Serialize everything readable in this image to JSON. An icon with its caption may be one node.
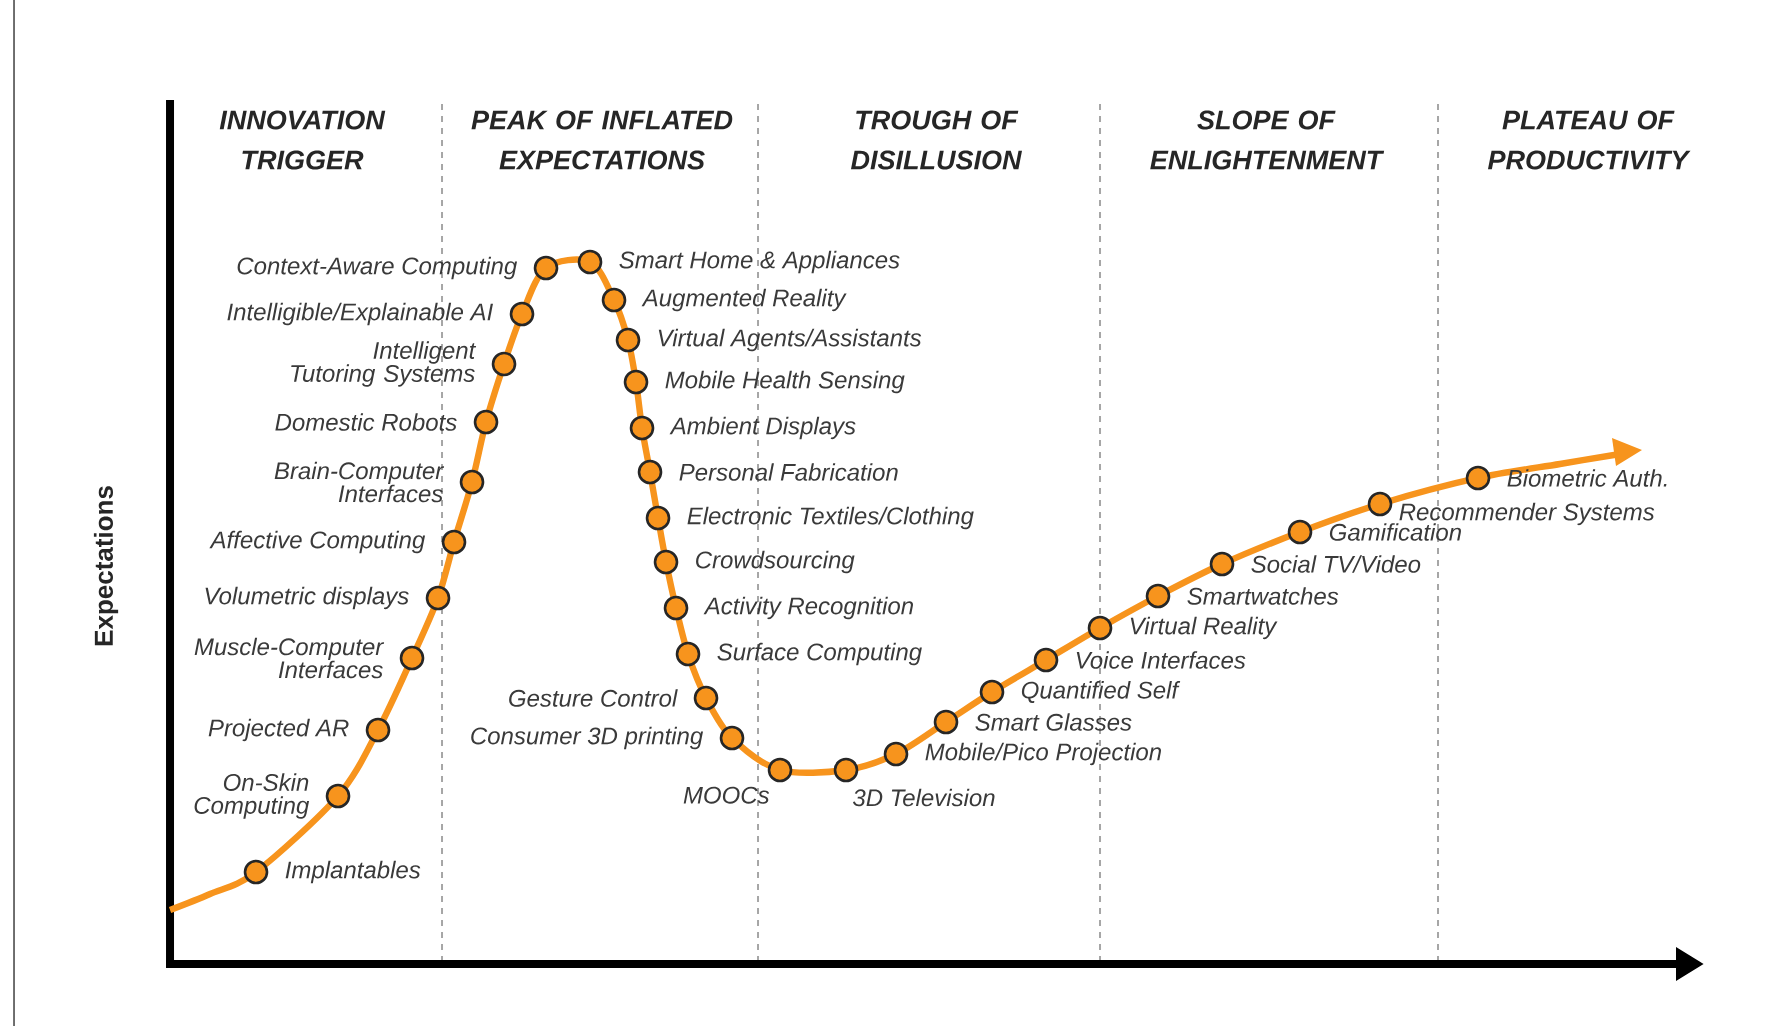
{
  "diagram": {
    "nodes": [
      {
        "text": [],
        "shape": "circle",
        "beside": [
          "Implantables"
        ]
      },
      {
        "text": [],
        "shape": "circle",
        "beside": [
          "On-Skin Computing"
        ]
      },
      {
        "text": [],
        "shape": "circle",
        "beside": [
          "Projected AR"
        ]
      },
      {
        "text": [],
        "shape": "circle",
        "beside": [
          "Muscle-Computer Interfaces"
        ]
      },
      {
        "text": [],
        "shape": "circle",
        "beside": [
          "Volumetric displays"
        ]
      },
      {
        "text": [],
        "shape": "circle",
        "beside": [
          "Affective Computing"
        ]
      },
      {
        "text": [],
        "shape": "circle",
        "beside": [
          "Brain-Computer Interfaces"
        ]
      },
      {
        "text": [],
        "shape": "circle",
        "beside": [
          "Domestic Robots"
        ]
      },
      {
        "text": [],
        "shape": "circle",
        "beside": [
          "Intelligent Tutoring Systems"
        ]
      },
      {
        "text": [],
        "shape": "circle",
        "beside": [
          "Intelligible/Explainable AI"
        ]
      },
      {
        "text": [],
        "shape": "circle",
        "beside": [
          "Context-Aware Computing"
        ]
      },
      {
        "text": [],
        "shape": "circle",
        "beside": [
          "Smart Home & Appliances"
        ]
      },
      {
        "text": [],
        "shape": "circle",
        "beside": [
          "Augmented Reality"
        ]
      },
      {
        "text": [],
        "shape": "circle",
        "beside": [
          "Virtual Agents/Assistants"
        ]
      },
      {
        "text": [],
        "shape": "circle",
        "beside": [
          "Mobile Health Sensing"
        ]
      },
      {
        "text": [],
        "shape": "circle",
        "beside": [
          "Ambient Displays"
        ]
      },
      {
        "text": [],
        "shape": "circle",
        "beside": [
          "Personal Fabrication"
        ]
      },
      {
        "text": [],
        "shape": "circle",
        "beside": [
          "Electronic Textiles/Clothing"
        ]
      },
      {
        "text": [],
        "shape": "circle",
        "beside": [
          "Crowdsourcing"
        ]
      },
      {
        "text": [],
        "shape": "circle",
        "beside": [
          "Activity Recognition"
        ]
      },
      {
        "text": [],
        "shape": "circle",
        "beside": [
          "Surface Computing"
        ]
      },
      {
        "text": [],
        "shape": "circle",
        "beside": [
          "Gesture Control"
        ]
      },
      {
        "text": [],
        "shape": "circle",
        "beside": [
          "Consumer 3D printing"
        ]
      },
      {
        "text": [],
        "shape": "circle",
        "beside": [
          "MOOCs"
        ]
      },
      {
        "text": [],
        "shape": "circle",
        "beside": [
          "3D Television"
        ]
      },
      {
        "text": [],
        "shape": "circle",
        "beside": [
          "Mobile/Pico Projection"
        ]
      },
      {
        "text": [],
        "shape": "circle",
        "beside": [
          "Smart Glasses"
        ]
      },
      {
        "text": [],
        "shape": "circle",
        "beside": [
          "Quantified Self"
        ]
      },
      {
        "text": [],
        "shape": "circle",
        "beside": [
          "Voice Interfaces"
        ]
      },
      {
        "text": [],
        "shape": "circle",
        "beside": [
          "Virtual Reality"
        ]
      },
      {
        "text": [],
        "shape": "circle",
        "beside": [
          "Smartwatches"
        ]
      },
      {
        "text": [],
        "shape": "circle",
        "beside": [
          "Social TV/Video"
        ]
      },
      {
        "text": [],
        "shape": "circle",
        "beside": [
          "Gamification"
        ]
      },
      {
        "text": [],
        "shape": "circle",
        "beside": [
          "Recommender Systems"
        ]
      },
      {
        "text": [],
        "shape": "circle",
        "beside": [
          "Biometric Auth."
        ]
      }
    ],
    "labels": [
      "INNOVATION TRIGGER",
      "PEAK OF INFLATED EXPECTATIONS",
      "TROUGH OF DISILLUSION",
      "SLOPE OF ENLIGHTENMENT",
      "PLATEAU OF PRODUCTIVITY",
      "Expectations"
    ]
  }
}
